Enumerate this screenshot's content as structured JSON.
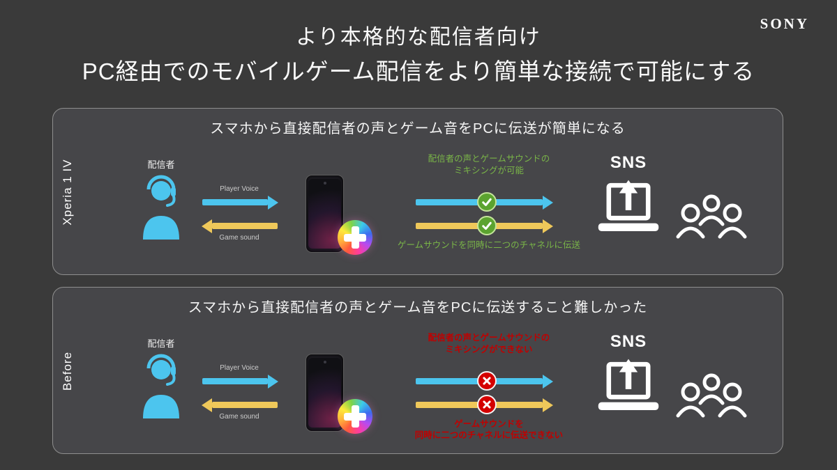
{
  "brand": {
    "logo": "SONY"
  },
  "title": {
    "line1": "より本格的な配信者向け",
    "line2": "PC経由でのモバイルゲーム配信をより簡単な接続で可能にする"
  },
  "panels": [
    {
      "side_label": "Xperia 1 IV",
      "heading": "スマホから直接配信者の声とゲーム音をPCに伝送が簡単になる",
      "streamer_label": "配信者",
      "voice_label": "Player Voice",
      "sound_label": "Game sound",
      "note_top_line1": "配信者の声とゲームサウンドの",
      "note_top_line2": "ミキシングが可能",
      "note_bottom_line1": "ゲームサウンドを同時に二つのチャネルに伝送",
      "note_bottom_line2": "",
      "sns_label": "SNS",
      "status": "possible"
    },
    {
      "side_label": "Before",
      "heading": "スマホから直接配信者の声とゲーム音をPCに伝送すること難しかった",
      "streamer_label": "配信者",
      "voice_label": "Player Voice",
      "sound_label": "Game sound",
      "note_top_line1": "配信者の声とゲームサウンドの",
      "note_top_line2": "ミキシングができない",
      "note_bottom_line1": "ゲームサウンドを",
      "note_bottom_line2": "同時に二つのチャネルに伝送できない",
      "sns_label": "SNS",
      "status": "not-possible"
    }
  ],
  "colors": {
    "background": "#3a3a3a",
    "panel": "#464649",
    "voice_arrow_cyan": "#4cc5ee",
    "sound_arrow_yellow": "#efc85a",
    "note_green": "#7ab648",
    "note_red": "#c00000",
    "ok_badge_green": "#5ba32f",
    "ng_badge_red": "#d40000",
    "streamer_blue": "#4cc5ee"
  }
}
